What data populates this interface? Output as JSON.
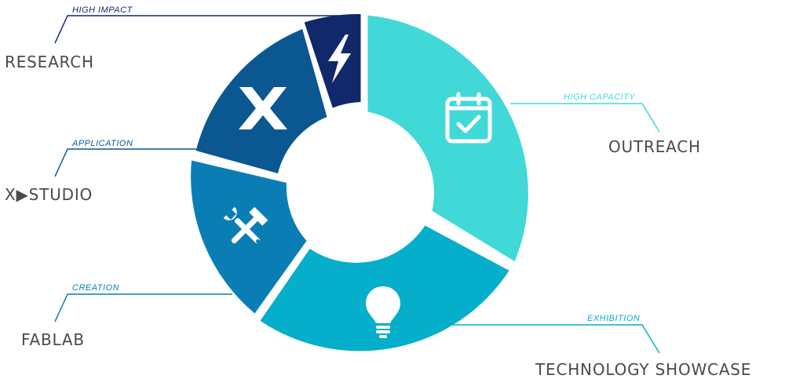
{
  "diagram": {
    "segments": [
      {
        "id": "outreach",
        "label": "OUTREACH",
        "tag": "HIGH CAPACITY",
        "color": "#41d8d8",
        "line_color": "#41d8d8",
        "icon": "calendar-check-icon"
      },
      {
        "id": "showcase",
        "label": "TECHNOLOGY SHOWCASE",
        "tag": "EXHIBITION",
        "color": "#05aeca",
        "line_color": "#05aeca",
        "icon": "lightbulb-icon"
      },
      {
        "id": "fablab",
        "label": "FABLAB",
        "tag": "CREATION",
        "color": "#0a7eb4",
        "line_color": "#0a7eb4",
        "icon": "hammer-wrench-icon"
      },
      {
        "id": "xstudio",
        "label": "X▶STUDIO",
        "tag": "APPLICATION",
        "color": "#0a5792",
        "line_color": "#0a5792",
        "icon": "x-letter-icon"
      },
      {
        "id": "research",
        "label": "RESEARCH",
        "tag": "HIGH IMPACT",
        "color": "#11286a",
        "line_color": "#11286a",
        "icon": "lightning-icon"
      }
    ],
    "label_color": "#4a4a4a"
  }
}
